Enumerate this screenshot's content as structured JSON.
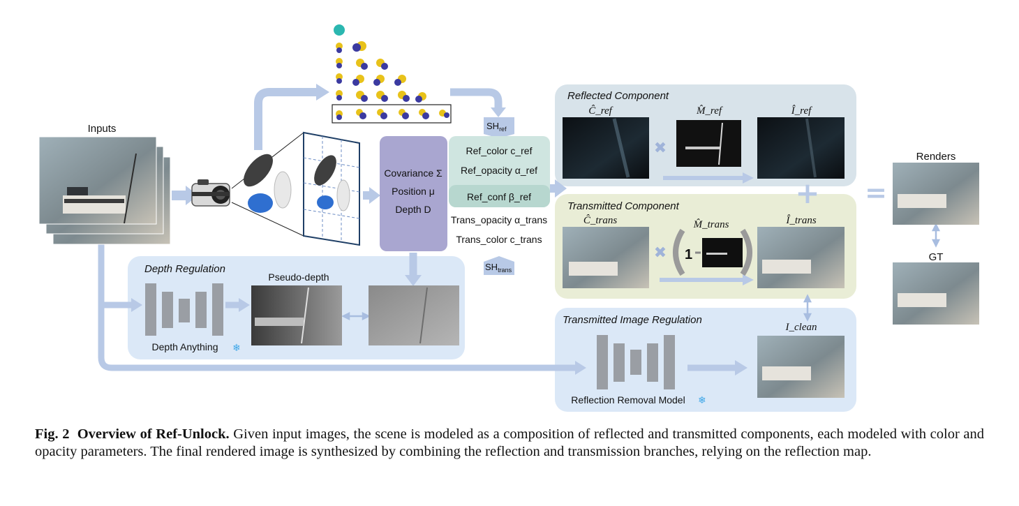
{
  "inputs_label": "Inputs",
  "sh_ref": {
    "base": "SH",
    "sub": "ref"
  },
  "sh_trans": {
    "base": "SH",
    "sub": "trans"
  },
  "geometry_params": {
    "covariance": "Covariance Σ",
    "position": "Position μ",
    "depth": "Depth D"
  },
  "ref_params": {
    "color": "Ref_color c_ref",
    "opacity": "Ref_opacity α_ref",
    "conf": "Ref_conf β_ref"
  },
  "trans_params": {
    "opacity": "Trans_opacity α_trans",
    "color": "Trans_color c_trans"
  },
  "reflected": {
    "title": "Reflected Component",
    "c_hat": "Ĉ_ref",
    "m_hat": "M̂_ref",
    "i_hat": "Î_ref"
  },
  "transmitted": {
    "title": "Transmitted Component",
    "c_hat": "Ĉ_trans",
    "m_hat": "M̂_trans",
    "i_hat": "Î_trans",
    "one": "1"
  },
  "depth_reg": {
    "title": "Depth Regulation",
    "pseudo": "Pseudo-depth",
    "model": "Depth Anything"
  },
  "tir": {
    "title": "Transmitted Image Regulation",
    "clean": "I_clean",
    "model": "Reflection Removal Model"
  },
  "renders_label": "Renders",
  "gt_label": "GT",
  "colors": {
    "arrow": "#b8c9e6",
    "panel_blue": "#dbe8f7",
    "panel_gray": "#d8e3ea",
    "panel_green": "#e9edd6",
    "purple": "#a9a6d0",
    "teal": "#cfe5e0"
  },
  "caption": {
    "fig": "Fig. 2",
    "title": "Overview of Ref-Unlock.",
    "text": "Given input images, the scene is modeled as a composition of reflected and transmitted components, each modeled with color and opacity parameters. The final rendered image is synthesized by combining the reflection and transmission branches, relying on the reflection map."
  }
}
